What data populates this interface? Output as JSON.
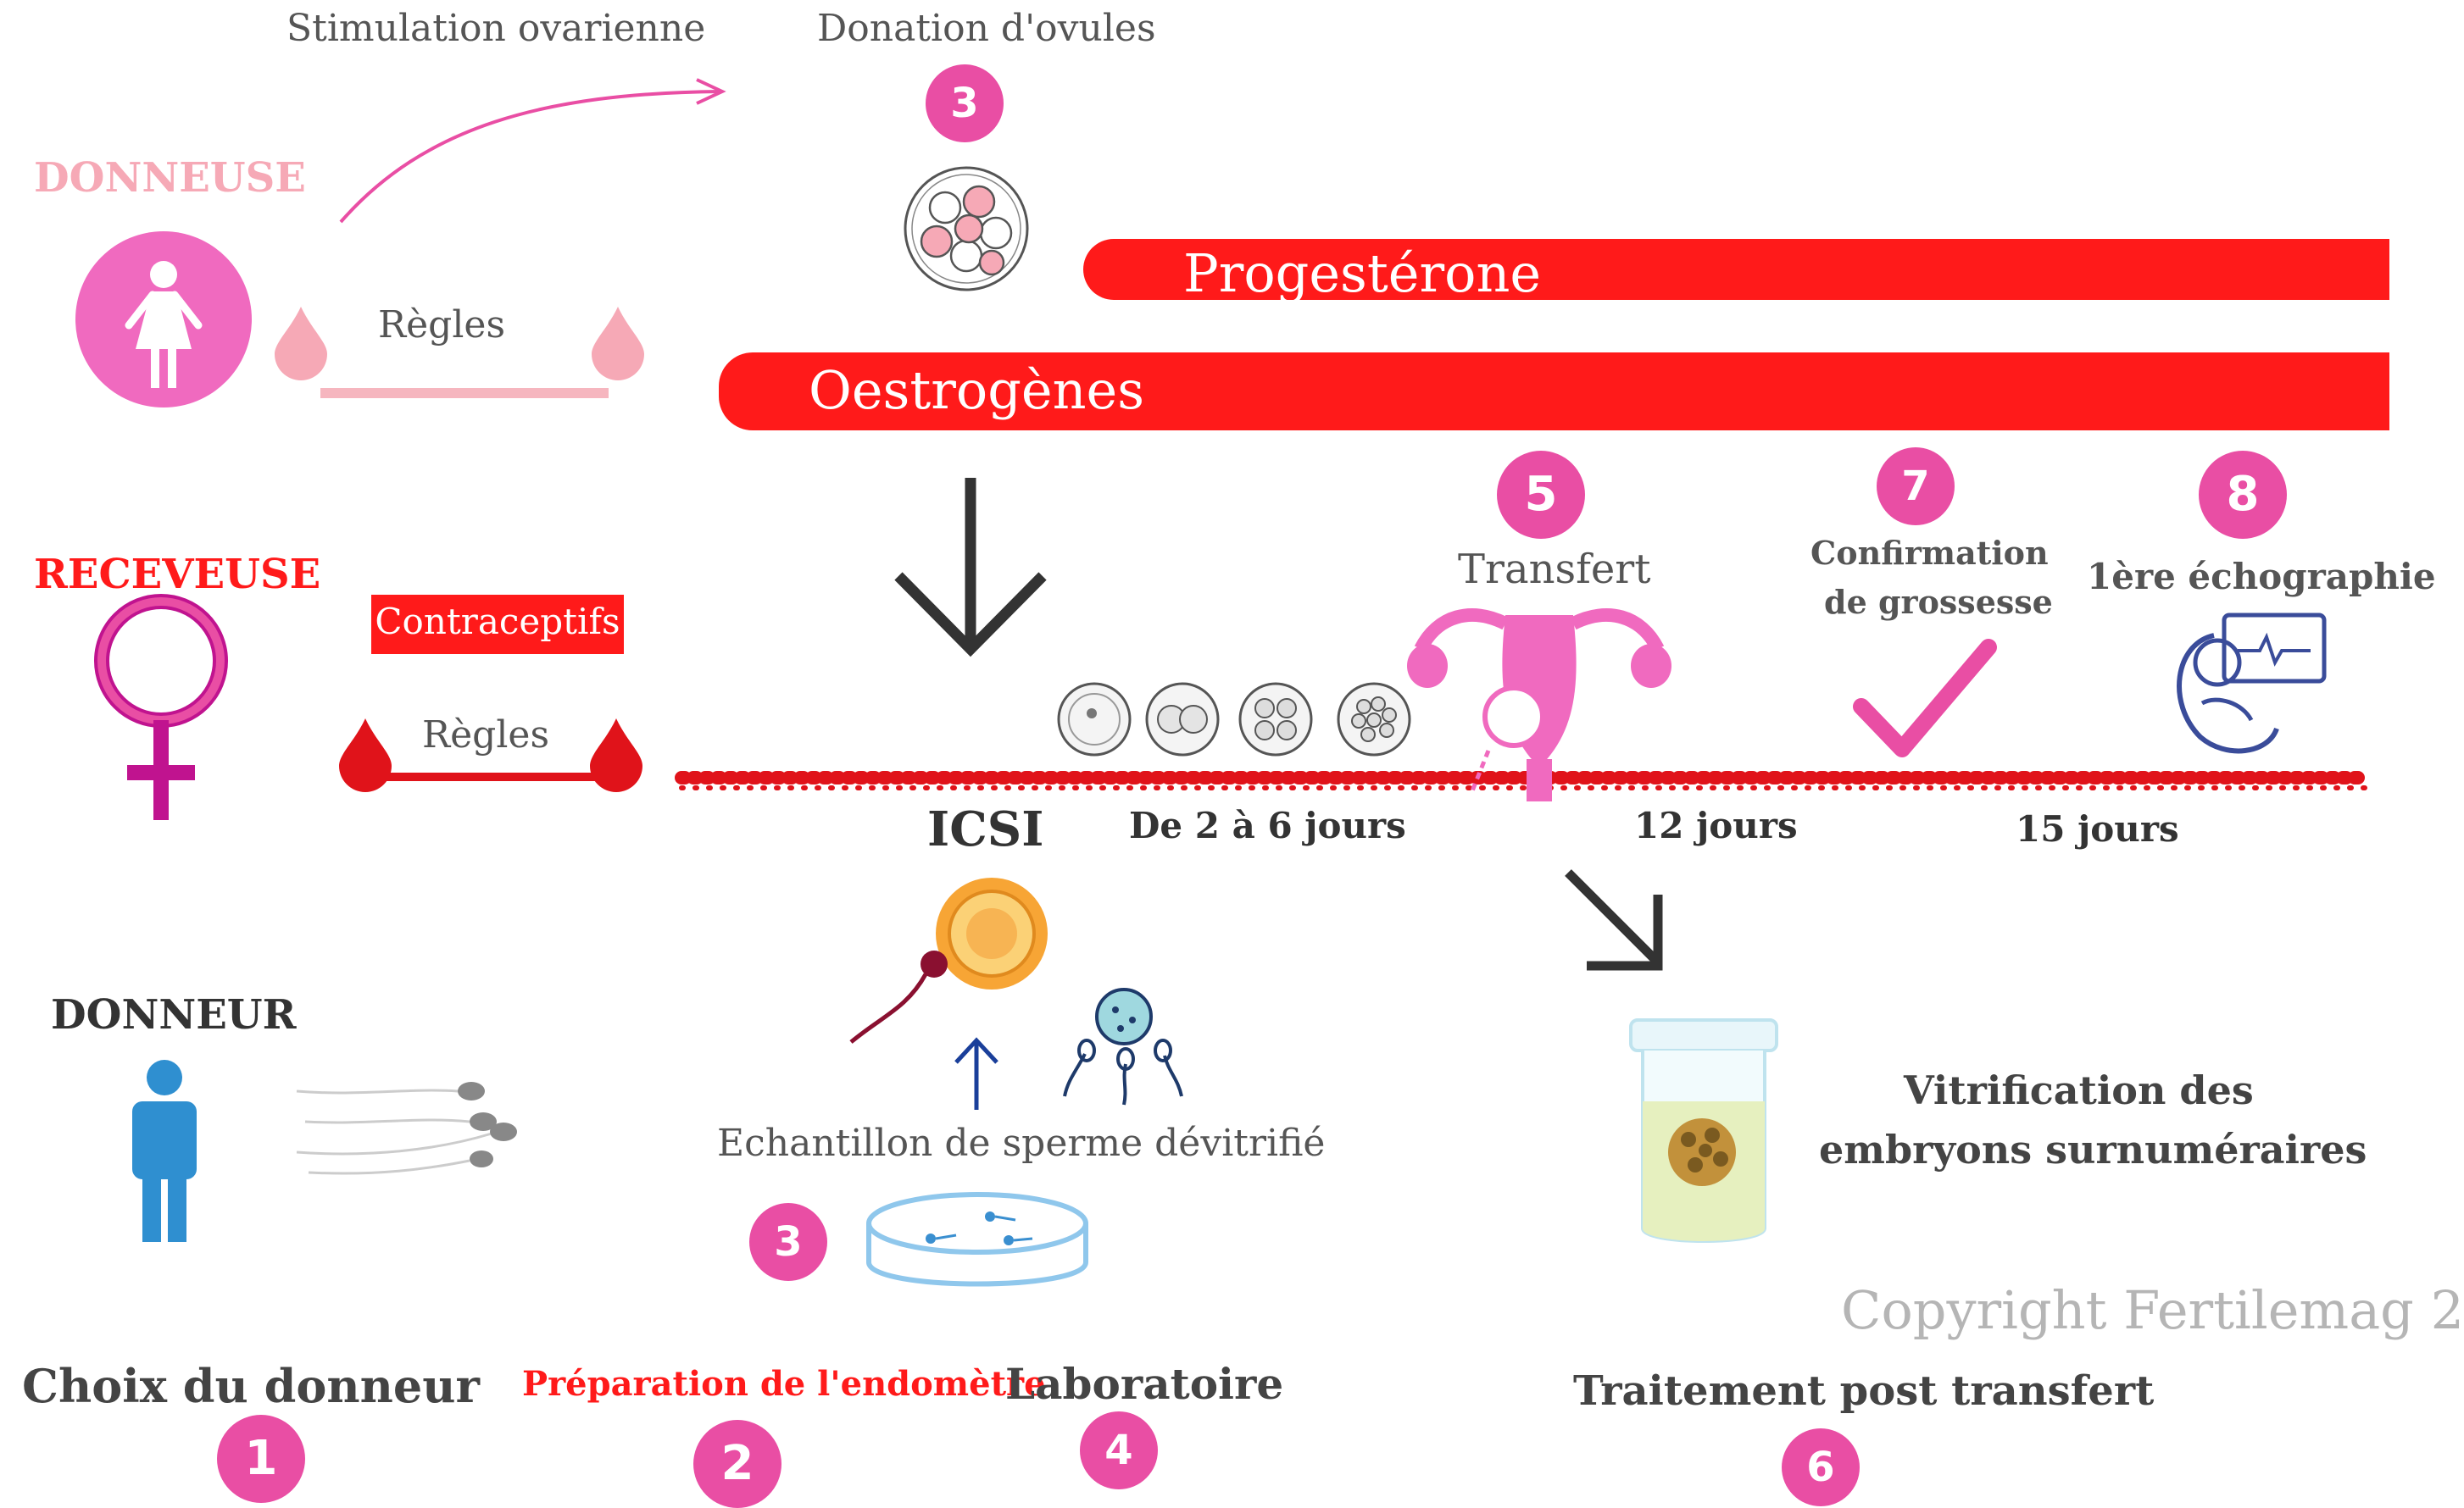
{
  "colors": {
    "pink": "#e94ea4",
    "light_pink": "#f6a9b6",
    "red": "#ff1a1a",
    "dark": "#333333",
    "blue": "#2f8fd0"
  },
  "top": {
    "stimulation": "Stimulation ovarienne",
    "donation": "Donation d'ovules",
    "donation_num": "3"
  },
  "left": {
    "donneuse": "DONNEUSE",
    "regles_donneuse": "Règles",
    "receveuse": "RECEVEUSE",
    "contraceptifs": "Contraceptifs",
    "regles_receveuse": "Règles",
    "donneur": "DONNEUR"
  },
  "bars": {
    "progesterone": "Progestérone",
    "oestrogenes": "Oestrogènes"
  },
  "timeline": {
    "transfert_num": "5",
    "transfert": "Transfert",
    "confirmation_num": "7",
    "confirmation_line1": "Confirmation",
    "confirmation_line2": "de grossesse",
    "echo_num": "8",
    "echo": "1ère échographie",
    "icsi": "ICSI",
    "days_2_6": "De 2 à 6 jours",
    "days_12": "12 jours",
    "days_15": "15 jours"
  },
  "lab": {
    "sperme": "Echantillon de sperme dévitrifié",
    "sperme_num": "3"
  },
  "vitrification": {
    "line1": "Vitrification des",
    "line2": "embryons surnuméraires"
  },
  "copyright": "Copyright Fertilemag 2",
  "steps": {
    "choix": "Choix du donneur",
    "choix_num": "1",
    "preparation": "Préparation de l'endomètre",
    "preparation_num": "2",
    "laboratoire": "Laboratoire",
    "laboratoire_num": "4",
    "traitement": "Traitement post transfert",
    "traitement_num": "6"
  }
}
